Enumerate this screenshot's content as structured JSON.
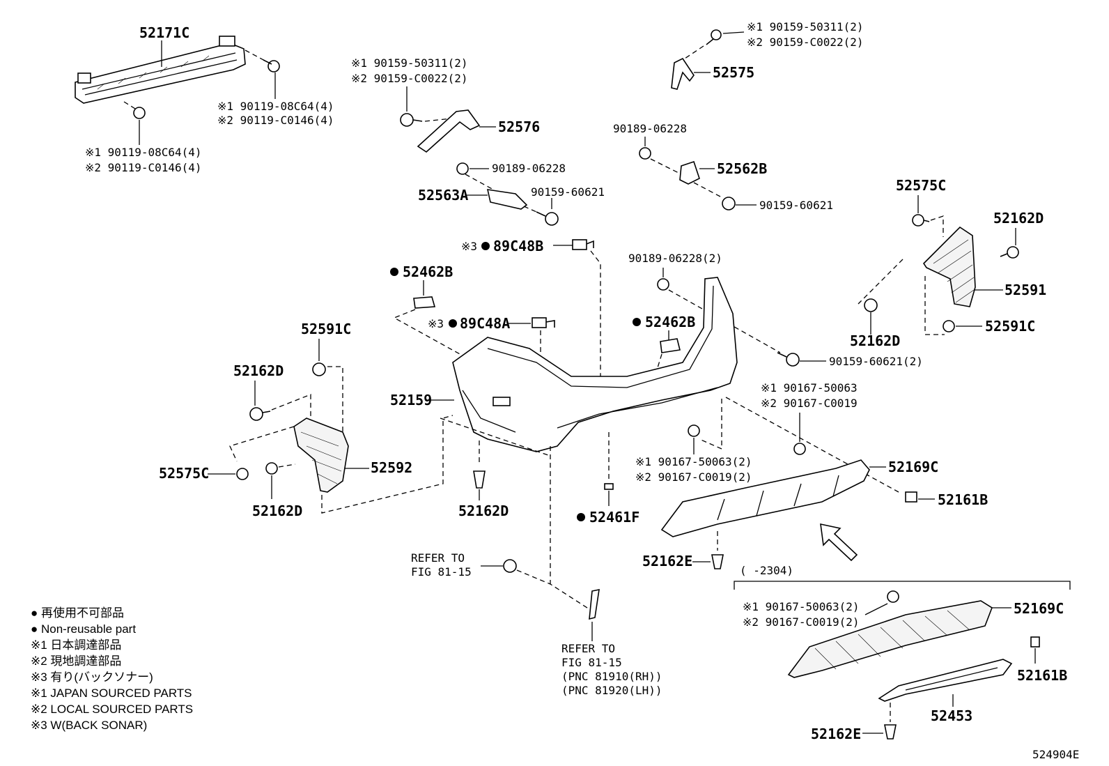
{
  "diagram_id": "524904E",
  "parts": {
    "p52171C": "52171C",
    "p52576": "52576",
    "p52575": "52575",
    "p52563A": "52563A",
    "p52562B": "52562B",
    "p52575C_r": "52575C",
    "p52162D_r1": "52162D",
    "p52591": "52591",
    "p52162D_r2": "52162D",
    "p52591C_r": "52591C",
    "p89C48B": "89C48B",
    "p52462B_l": "52462B",
    "p89C48A": "89C48A",
    "p52462B_r": "52462B",
    "p52591C_l": "52591C",
    "p52162D_l1": "52162D",
    "p52159": "52159",
    "p52575C_l": "52575C",
    "p52592": "52592",
    "p52162D_l2": "52162D",
    "p52162D_c": "52162D",
    "p52461F": "52461F",
    "p52169C_a": "52169C",
    "p52161B_a": "52161B",
    "p52162E_a": "52162E",
    "p52169C_b": "52169C",
    "p52161B_b": "52161B",
    "p52453": "52453",
    "p52162E_b": "52162E"
  },
  "fasteners": {
    "f1a": "※1 90119-08C64(4)",
    "f1b": "※2 90119-C0146(4)",
    "f2a": "※1 90119-08C64(4)",
    "f2b": "※2 90119-C0146(4)",
    "f3a": "※1 90159-50311(2)",
    "f3b": "※2 90159-C0022(2)",
    "f4a": "※1 90159-50311(2)",
    "f4b": "※2 90159-C0022(2)",
    "f5": "90189-06228",
    "f6": "90159-60621",
    "f7": "90189-06228",
    "f8": "90159-60621",
    "f9": "90189-06228(2)",
    "f10": "90159-60621(2)",
    "f11a": "※1 90167-50063",
    "f11b": "※2 90167-C0019",
    "f12a": "※1 90167-50063(2)",
    "f12b": "※2 90167-C0019(2)",
    "f13a": "※1 90167-50063(2)",
    "f13b": "※2 90167-C0019(2)",
    "mark89B": "※3",
    "mark89A": "※3"
  },
  "refer_left": {
    "line1": "REFER TO",
    "line2": "FIG 81-15"
  },
  "refer_bottom": {
    "line1": "REFER TO",
    "line2": "FIG 81-15",
    "line3": "(PNC 81910(RH))",
    "line4": "(PNC 81920(LH))"
  },
  "range_label": "(     -2304)",
  "legend": [
    "● 再使用不可部品",
    "● Non-reusable part",
    "※1 日本調達部品",
    "※2 現地調達部品",
    "※3 有り(バックソナー)",
    "※1 JAPAN SOURCED PARTS",
    "※2 LOCAL SOURCED PARTS",
    "※3 W(BACK SONAR)"
  ]
}
